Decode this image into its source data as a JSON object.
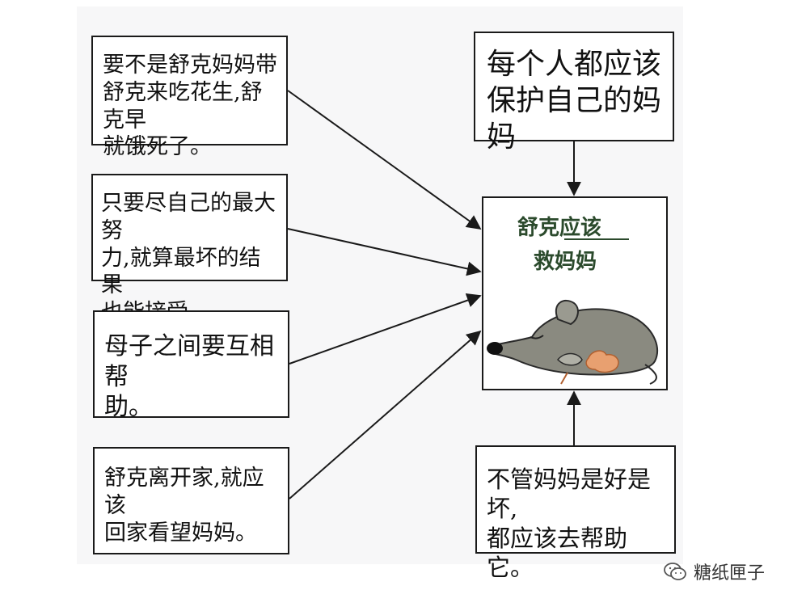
{
  "boxes": {
    "left_1": "要不是舒克妈妈带\n舒克来吃花生,舒克早\n就饿死了。",
    "left_2": "只要尽自己的最大努\n力,就算最坏的结果\n也能接受。",
    "left_3": "母子之间要互相帮\n助。",
    "left_4": "舒克离开家,就应该\n回家看望妈妈。",
    "right_top": "每个人都应该\n保护自己的妈妈",
    "right_bottom": "不管妈妈是好是坏,\n都应该去帮助它。"
  },
  "center": {
    "line1": "舒克应该",
    "line2": "救妈妈",
    "image": "sleeping-gray-mouse-icon"
  },
  "watermark": {
    "text": "糖纸匣子",
    "icon": "wechat-icon"
  },
  "colors": {
    "border": "#1a1a1a",
    "center_text": "#2b4a2c",
    "mouse_body": "#8a8a80",
    "peanut": "#e8a070"
  }
}
